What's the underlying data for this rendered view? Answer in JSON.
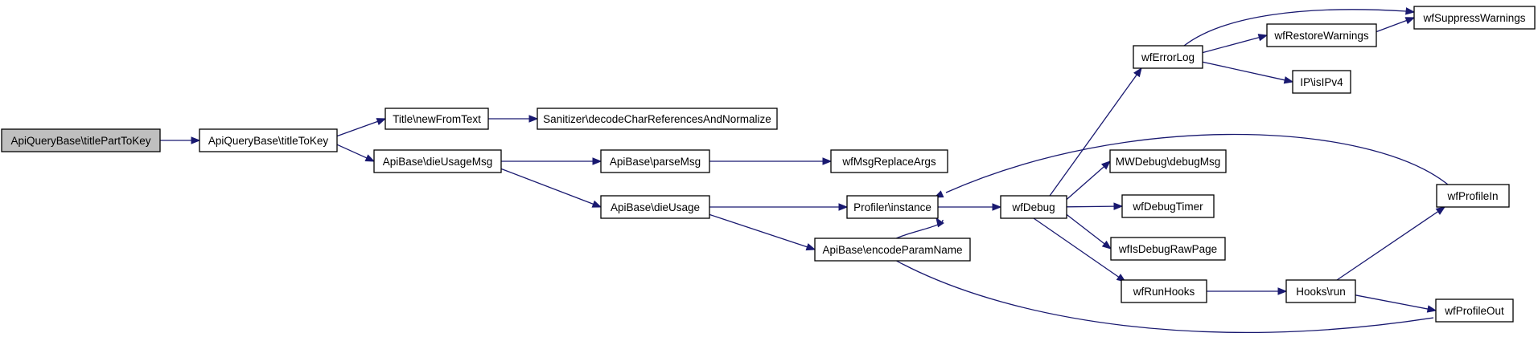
{
  "diagram": {
    "type": "call-graph",
    "colors": {
      "edge": "#191970",
      "root_fill": "#bfbfbf",
      "node_fill": "#ffffff",
      "node_border": "#000000"
    },
    "nodes": [
      {
        "id": "n0",
        "label": "ApiQueryBase\\titlePartToKey",
        "root": true
      },
      {
        "id": "n1",
        "label": "ApiQueryBase\\titleToKey"
      },
      {
        "id": "n2",
        "label": "Title\\newFromText"
      },
      {
        "id": "n3",
        "label": "Sanitizer\\decodeCharReferencesAndNormalize"
      },
      {
        "id": "n4",
        "label": "ApiBase\\dieUsageMsg"
      },
      {
        "id": "n5",
        "label": "ApiBase\\parseMsg"
      },
      {
        "id": "n6",
        "label": "wfMsgReplaceArgs"
      },
      {
        "id": "n7",
        "label": "ApiBase\\dieUsage"
      },
      {
        "id": "n8",
        "label": "Profiler\\instance"
      },
      {
        "id": "n9",
        "label": "ApiBase\\encodeParamName"
      },
      {
        "id": "n10",
        "label": "wfDebug"
      },
      {
        "id": "n11",
        "label": "wfErrorLog"
      },
      {
        "id": "n12",
        "label": "wfRestoreWarnings"
      },
      {
        "id": "n13",
        "label": "wfSuppressWarnings"
      },
      {
        "id": "n14",
        "label": "IP\\isIPv4"
      },
      {
        "id": "n15",
        "label": "MWDebug\\debugMsg"
      },
      {
        "id": "n16",
        "label": "wfDebugTimer"
      },
      {
        "id": "n17",
        "label": "wfIsDebugRawPage"
      },
      {
        "id": "n18",
        "label": "wfRunHooks"
      },
      {
        "id": "n19",
        "label": "Hooks\\run"
      },
      {
        "id": "n20",
        "label": "wfProfileIn"
      },
      {
        "id": "n21",
        "label": "wfProfileOut"
      }
    ],
    "edges": [
      {
        "from": "n0",
        "to": "n1"
      },
      {
        "from": "n1",
        "to": "n2"
      },
      {
        "from": "n1",
        "to": "n4"
      },
      {
        "from": "n2",
        "to": "n3"
      },
      {
        "from": "n4",
        "to": "n5"
      },
      {
        "from": "n4",
        "to": "n7"
      },
      {
        "from": "n5",
        "to": "n6"
      },
      {
        "from": "n7",
        "to": "n8"
      },
      {
        "from": "n7",
        "to": "n9"
      },
      {
        "from": "n8",
        "to": "n10"
      },
      {
        "from": "n10",
        "to": "n11"
      },
      {
        "from": "n10",
        "to": "n15"
      },
      {
        "from": "n10",
        "to": "n16"
      },
      {
        "from": "n10",
        "to": "n17"
      },
      {
        "from": "n10",
        "to": "n18"
      },
      {
        "from": "n11",
        "to": "n13"
      },
      {
        "from": "n11",
        "to": "n12"
      },
      {
        "from": "n11",
        "to": "n14"
      },
      {
        "from": "n12",
        "to": "n13"
      },
      {
        "from": "n18",
        "to": "n19"
      },
      {
        "from": "n19",
        "to": "n20"
      },
      {
        "from": "n19",
        "to": "n21"
      },
      {
        "from": "n20",
        "to": "n8"
      },
      {
        "from": "n21",
        "to": "n8"
      }
    ]
  }
}
